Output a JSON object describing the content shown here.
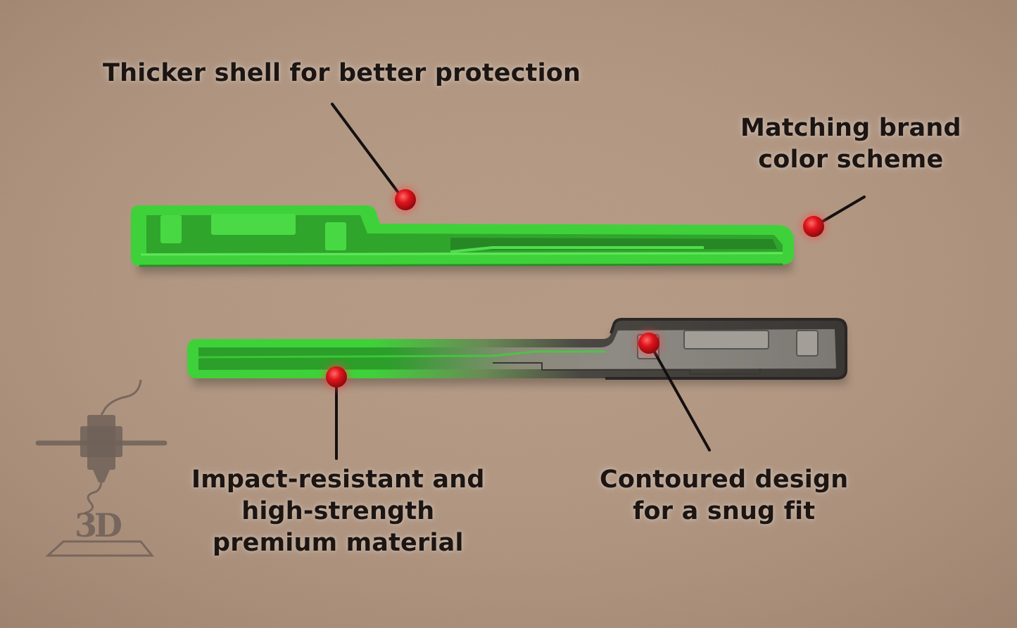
{
  "colors": {
    "background": "#b89c86",
    "shell_green": "#3fd13a",
    "shell_green_dark": "#2c9e2a",
    "dark_part": "#3d3a37",
    "marker_red": "#e0141b",
    "text": "#1c1512",
    "logo_gray": "#6e6058"
  },
  "callouts": {
    "thicker_shell": {
      "lines": [
        "Thicker shell for better protection"
      ]
    },
    "brand_color": {
      "lines": [
        "Matching brand",
        "color scheme"
      ]
    },
    "impact_resistant": {
      "lines": [
        "Impact-resistant and",
        "high-strength",
        "premium material"
      ]
    },
    "contoured_design": {
      "lines": [
        "Contoured design",
        "for a snug fit"
      ]
    }
  },
  "logo": {
    "text": "3D",
    "icon": "3d-printer-nozzle-icon"
  }
}
